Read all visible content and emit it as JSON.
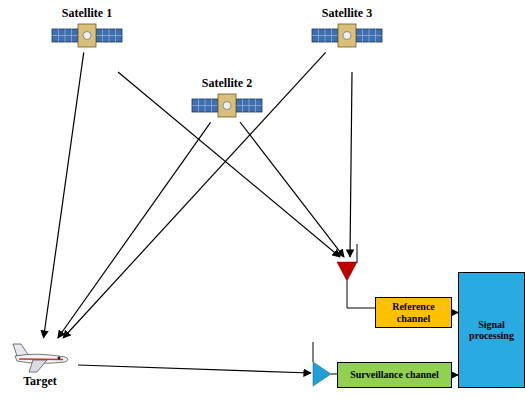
{
  "diagram": {
    "nodes": [
      {
        "text": [
          "Satellite 1"
        ]
      },
      {
        "text": [
          "Satellite 2"
        ]
      },
      {
        "text": [
          "Satellite 3"
        ]
      },
      {
        "text": [
          "Target"
        ]
      },
      {
        "text": [
          "Reference channel"
        ]
      },
      {
        "text": [
          "Surveillance channel"
        ]
      },
      {
        "text": [
          "Signal processing"
        ]
      }
    ],
    "edges": [
      {
        "from": 0,
        "to": 3,
        "arrow": "to"
      },
      {
        "from": 1,
        "to": 3,
        "arrow": "to"
      },
      {
        "from": 2,
        "to": 3,
        "arrow": "to"
      },
      {
        "from": 4,
        "to": 6,
        "arrow": "to"
      },
      {
        "from": 5,
        "to": 6,
        "arrow": "to"
      }
    ]
  }
}
